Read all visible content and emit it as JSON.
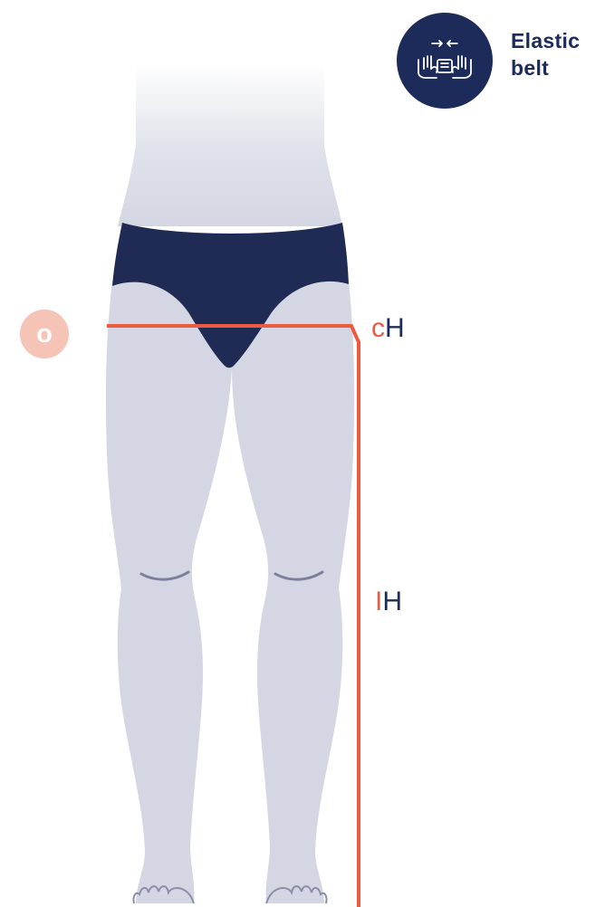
{
  "badge": {
    "icon": "elastic-belt-icon",
    "line1": "Elastic",
    "line2": "belt",
    "color": "#1c2b59"
  },
  "marker": {
    "text": "o",
    "color": "#f6c4b7"
  },
  "measurements": {
    "ch": {
      "prefix": "c",
      "suffix": "H"
    },
    "ih": {
      "prefix": "I",
      "suffix": "H"
    }
  },
  "colors": {
    "line": "#ec5a3f",
    "skin": "#d4d7e3",
    "garment": "#1f2b55",
    "label_dark": "#1c2b59"
  }
}
